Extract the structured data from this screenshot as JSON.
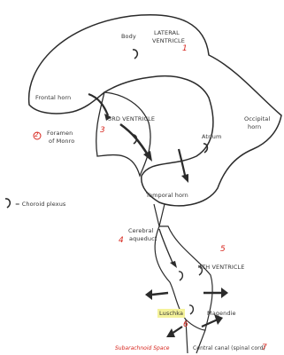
{
  "labels": {
    "body": "Body",
    "lateral_ventricle_1": "LATERAL",
    "lateral_ventricle_2": "VENTRICLE",
    "frontal_horn": "Frontal horn",
    "foramen_1": "Foramen",
    "foramen_2": "of Monro",
    "third_ventricle": "3RD VENTRICLE",
    "atrium": "Atrium",
    "occipital_1": "Occipital",
    "occipital_2": "horn",
    "choroid_legend": "= Choroid plexus",
    "temporal_horn": "Temporal horn",
    "cerebral_1": "Cerebral",
    "cerebral_2": "aqueduct",
    "fourth_ventricle": "4TH VENTRICLE",
    "luschka": "Luschka",
    "magendie": "Magendie",
    "subarachnoid": "Subarachnoid Space",
    "central_canal": "Central canal (spinal cord)"
  },
  "numbers": {
    "n1": "1",
    "n2": "2",
    "n3": "3",
    "n4": "4",
    "n5": "5",
    "n6": "6",
    "n7": "7"
  },
  "colors": {
    "outline": "#2b2b2b",
    "red": "#d7261e",
    "highlight": "#f4f29a"
  }
}
